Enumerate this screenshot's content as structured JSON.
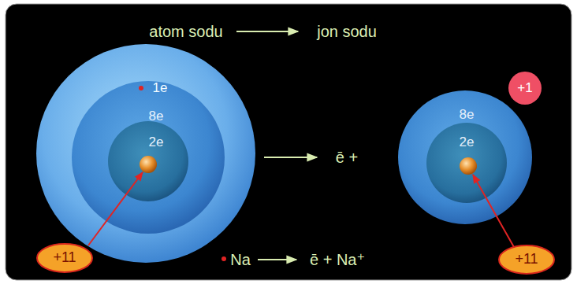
{
  "diagram": {
    "nodes": [
      {
        "text": [
          "1e"
        ]
      },
      {
        "text": [
          "8e"
        ],
        "in": 0
      },
      {
        "text": [
          "2e"
        ],
        "in": 1
      },
      {
        "text": [
          "+1"
        ]
      },
      {
        "text": [
          "8e"
        ]
      },
      {
        "text": [
          "2e"
        ],
        "in": 4
      },
      {
        "text": [
          "+11"
        ]
      },
      {
        "text": [
          "+11"
        ]
      }
    ],
    "labels": [
      "atom sodu",
      "jon sodu",
      "ē +",
      "Na",
      "ē + Na⁺"
    ]
  }
}
